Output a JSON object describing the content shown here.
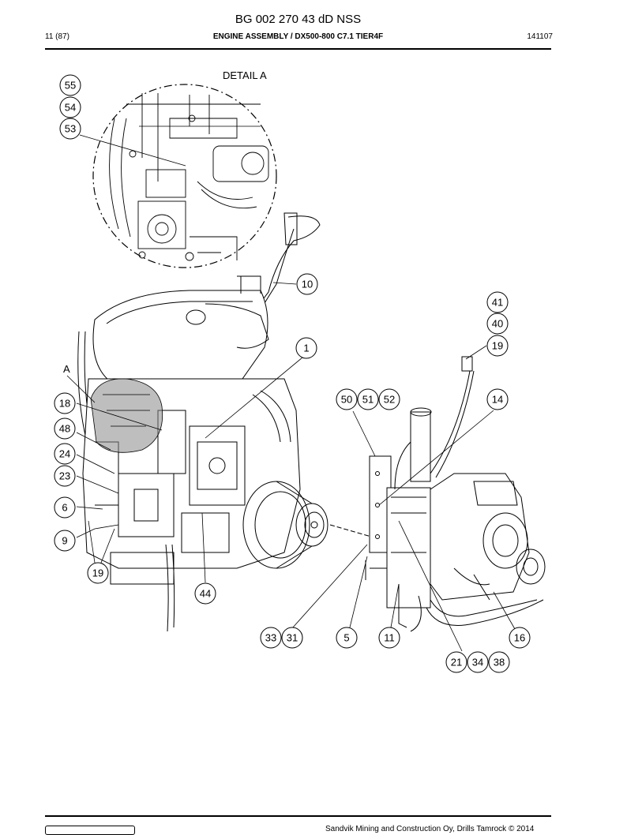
{
  "header": {
    "doc_number": "BG 002 270 43 dD NSS",
    "page": "11 (87)",
    "title": "ENGINE ASSEMBLY / DX500-800 C7.1 TIER4F",
    "code": "141107"
  },
  "detail_label": "DETAIL A",
  "view_letter": "A",
  "callouts": {
    "c55": "55",
    "c54": "54",
    "c53": "53",
    "c10": "10",
    "c41": "41",
    "c40": "40",
    "c19a": "19",
    "c1": "1",
    "c14": "14",
    "c50": "50",
    "c51": "51",
    "c52": "52",
    "c18": "18",
    "c48": "48",
    "c24": "24",
    "c23": "23",
    "c6": "6",
    "c9": "9",
    "c19b": "19",
    "c44": "44",
    "c33": "33",
    "c31": "31",
    "c5": "5",
    "c11": "11",
    "c16": "16",
    "c21": "21",
    "c34": "34",
    "c38": "38"
  },
  "footer": {
    "copyright": "Sandvik Mining and Construction Oy, Drills Tamrock © 2014"
  }
}
